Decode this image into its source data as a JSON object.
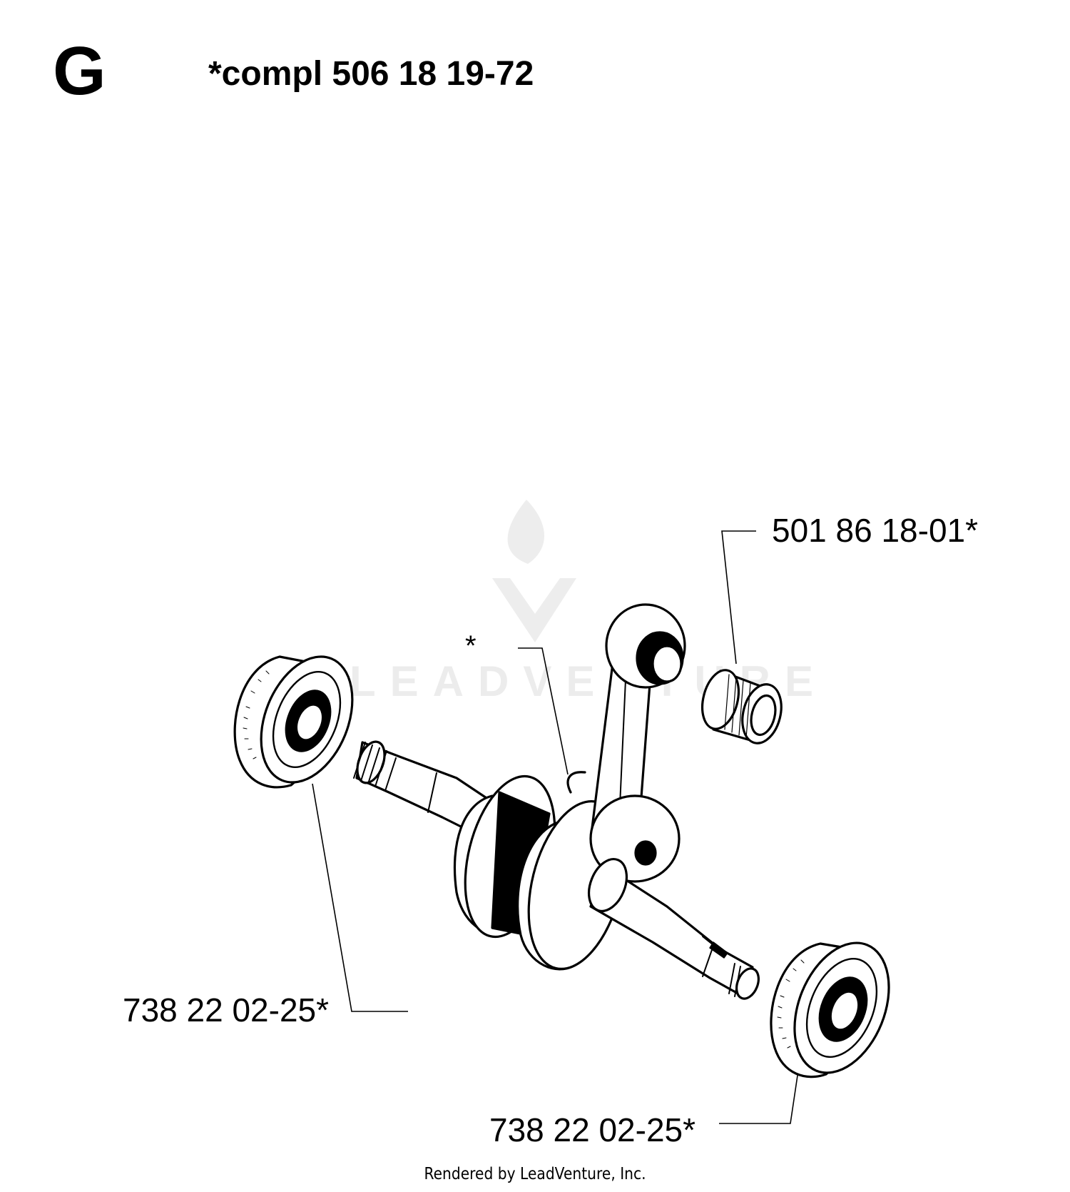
{
  "header": {
    "section_letter": "G",
    "assembly_title": "*compl 506 18 19-72"
  },
  "callouts": {
    "pin_bearing": "501 86 18-01*",
    "crank_asterisk": "*",
    "bearing_left": "738 22 02-25*",
    "bearing_right": "738 22 02-25*"
  },
  "watermark": {
    "text": "LEADVENTURE"
  },
  "footer": {
    "credit": "Rendered by LeadVenture, Inc."
  },
  "colors": {
    "ink": "#000000",
    "background": "#ffffff",
    "watermark": "#ececec"
  }
}
